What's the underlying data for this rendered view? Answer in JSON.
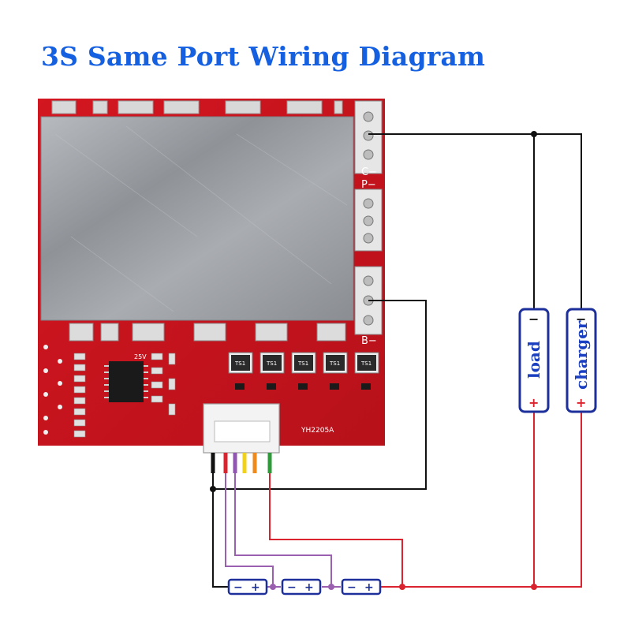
{
  "title": "3S Same Port Wiring Diagram",
  "board": {
    "model": "YH2205A",
    "port_labels": {
      "c_minus": "C−",
      "p_minus": "P−",
      "b_minus": "B−"
    },
    "chip_label": "TS1",
    "marking_25v": "25V"
  },
  "load": {
    "label": "load",
    "neg": "−",
    "pos": "+"
  },
  "charger": {
    "label": "charger",
    "neg": "−",
    "pos": "+"
  },
  "cells": [
    {
      "neg": "−",
      "pos": "+"
    },
    {
      "neg": "−",
      "pos": "+"
    },
    {
      "neg": "−",
      "pos": "+"
    }
  ],
  "connector_wires": [
    "black",
    "red",
    "purple",
    "yellow",
    "orange",
    "green"
  ],
  "colors": {
    "title": "#1560e0",
    "pcb": "#c8141e",
    "heatsink": "#9a9da3",
    "wire_black": "#111111",
    "wire_red": "#d9232e",
    "wire_purple": "#9b5fb0",
    "battery_fill": "#ffffff",
    "battery_border": "#1c2f9a"
  }
}
